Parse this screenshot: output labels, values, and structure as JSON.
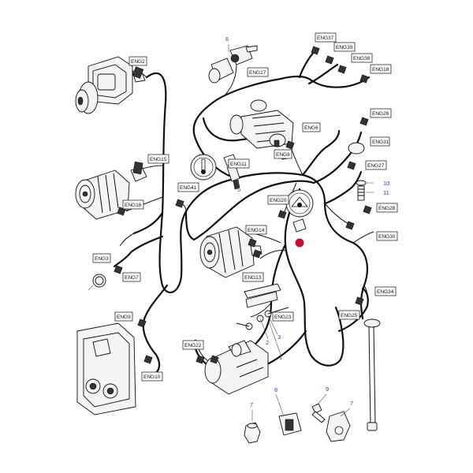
{
  "connector_tags": [
    {
      "id": "ENG37",
      "label": "ENG37"
    },
    {
      "id": "ENG39",
      "label": "ENG39"
    },
    {
      "id": "ENG38",
      "label": "ENG38"
    },
    {
      "id": "ENG18",
      "label": "ENG18"
    },
    {
      "id": "ENG2",
      "label": "ENG2"
    },
    {
      "id": "ENG17",
      "label": "ENG17"
    },
    {
      "id": "ENG26",
      "label": "ENG26"
    },
    {
      "id": "ENG6",
      "label": "ENG6"
    },
    {
      "id": "ENG31",
      "label": "ENG31"
    },
    {
      "id": "ENG8",
      "label": "ENG8"
    },
    {
      "id": "ENG15",
      "label": "ENG15"
    },
    {
      "id": "ENG11",
      "label": "ENG11"
    },
    {
      "id": "ENG27",
      "label": "ENG27"
    },
    {
      "id": "ENG41",
      "label": "ENG41"
    },
    {
      "id": "ENG16",
      "label": "ENG16"
    },
    {
      "id": "ENG20",
      "label": "ENG20"
    },
    {
      "id": "ENG28",
      "label": "ENG28"
    },
    {
      "id": "ENG14",
      "label": "ENG14"
    },
    {
      "id": "ENG30",
      "label": "ENG30"
    },
    {
      "id": "ENG3",
      "label": "ENG3"
    },
    {
      "id": "ENG7",
      "label": "ENG7"
    },
    {
      "id": "ENG13",
      "label": "ENG13"
    },
    {
      "id": "ENG34",
      "label": "ENG34"
    },
    {
      "id": "ENG9",
      "label": "ENG9"
    },
    {
      "id": "ENG23",
      "label": "ENG23"
    },
    {
      "id": "ENG25",
      "label": "ENG25"
    },
    {
      "id": "ENG22",
      "label": "ENG22"
    },
    {
      "id": "ENG10",
      "label": "ENG10"
    }
  ],
  "callouts": [
    {
      "id": "c6",
      "label": "6"
    },
    {
      "id": "c5",
      "label": "5"
    },
    {
      "id": "c10",
      "label": "10"
    },
    {
      "id": "c11",
      "label": "11"
    },
    {
      "id": "c2",
      "label": "2"
    },
    {
      "id": "c3",
      "label": "3"
    },
    {
      "id": "c1",
      "label": "1"
    },
    {
      "id": "c7a",
      "label": "7"
    },
    {
      "id": "c8",
      "label": "8"
    },
    {
      "id": "c9",
      "label": "9"
    },
    {
      "id": "c7b",
      "label": "7"
    }
  ],
  "colors": {
    "line": "#111111",
    "callout_number": "#2a3fc8",
    "highlight": "#c8102e",
    "background": "#ffffff"
  }
}
